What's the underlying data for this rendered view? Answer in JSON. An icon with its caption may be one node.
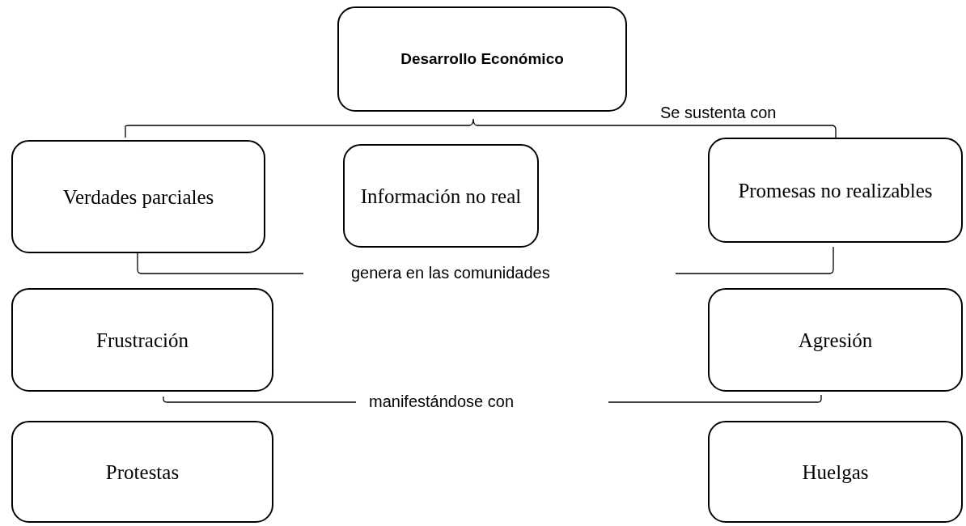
{
  "diagram": {
    "nodes": [
      {
        "text": [
          "Desarrollo Económico"
        ]
      },
      {
        "text": [
          "Verdades parciales"
        ]
      },
      {
        "text": [
          "Información no real"
        ]
      },
      {
        "text": [
          "Promesas no realizables"
        ]
      },
      {
        "text": [
          "Frustración"
        ]
      },
      {
        "text": [
          "Agresión"
        ]
      },
      {
        "text": [
          "Protestas"
        ]
      },
      {
        "text": [
          "Huelgas"
        ]
      }
    ],
    "labels": [
      "Se sustenta con",
      "genera en las comunidades",
      "manifestándose con"
    ]
  }
}
